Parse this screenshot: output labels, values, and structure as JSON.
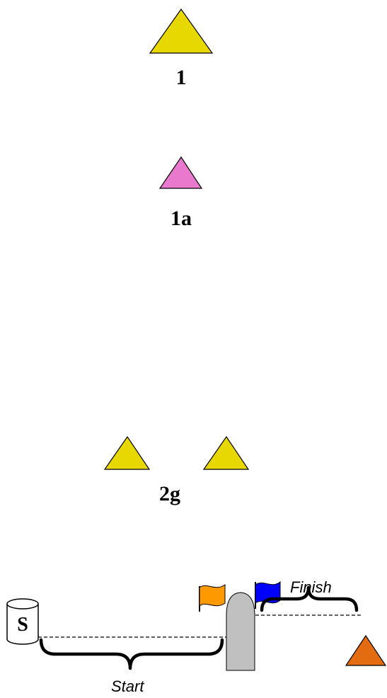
{
  "marks": [
    {
      "id": "mark-1",
      "label": "1",
      "color": "#e6d800"
    },
    {
      "id": "mark-1a",
      "label": "1a",
      "color": "#e879cc"
    },
    {
      "id": "gate-2g",
      "label": "2g",
      "color": "#e6d800"
    }
  ],
  "start_finish": {
    "start_label": "Start",
    "finish_label": "Finish",
    "signal_box_letter": "S",
    "orange_flag_color": "#ff9900",
    "blue_flag_color": "#0000ff",
    "committee_boat_color": "#c0c0c0",
    "finish_mark_color": "#e36b10"
  }
}
